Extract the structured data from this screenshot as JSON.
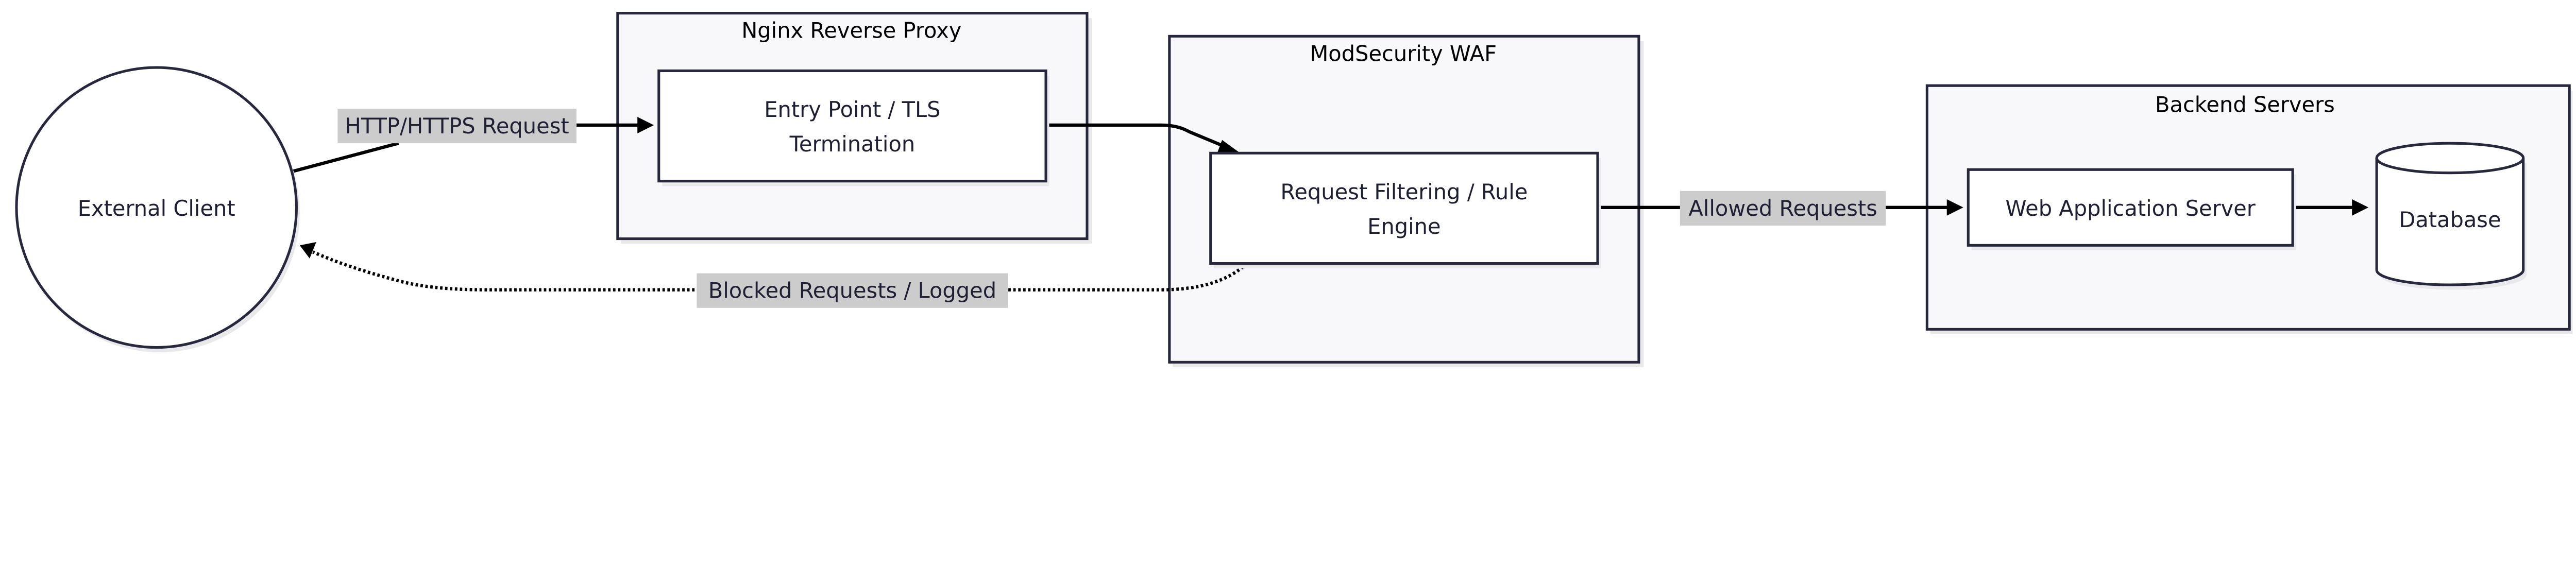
{
  "diagram": {
    "nodes": {
      "client": "External Client",
      "entry": [
        "Entry Point / TLS",
        "Termination"
      ],
      "filter": [
        "Request Filtering / Rule",
        "Engine"
      ],
      "webapp": "Web Application Server",
      "database": "Database"
    },
    "clusters": {
      "nginx": "Nginx Reverse Proxy",
      "waf": "ModSecurity WAF",
      "backend": "Backend Servers"
    },
    "edges": {
      "request": "HTTP/HTTPS Request",
      "allowed": "Allowed Requests",
      "blocked": "Blocked Requests / Logged"
    },
    "colors": {
      "stroke": "#27273d",
      "cluster_fill": "#f8f8fa",
      "edge_label_bg": "#cccccc"
    }
  }
}
